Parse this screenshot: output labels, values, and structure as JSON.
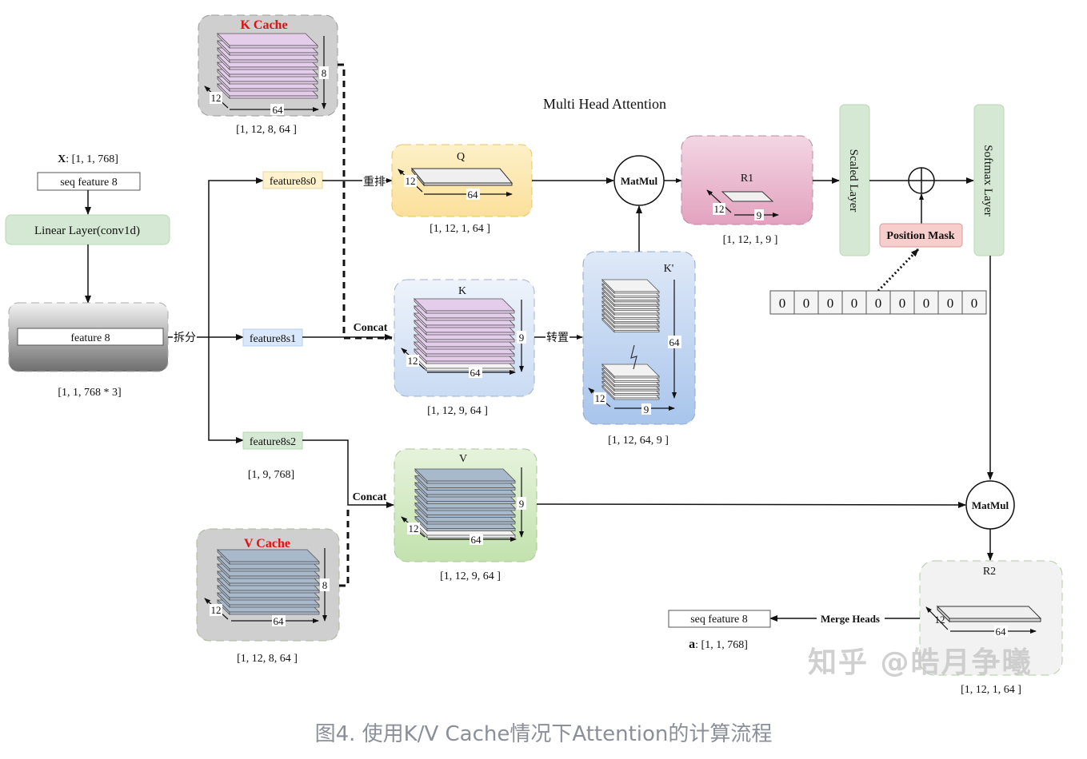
{
  "title": "Multi Head Attention",
  "caption": "图4. 使用K/V Cache情况下Attention的计算流程",
  "watermark": "知乎 @皓月争曦",
  "colors": {
    "cache_bg": "#cfcfcf",
    "q_bg": "#fde9b0",
    "k_bg": "#d6e3f7",
    "kprime_bg": "#b9d0ef",
    "v_bg": "#d5ebc7",
    "r1_bg": "#ebb5cd",
    "r2_bg": "#f2f2f2",
    "layer_green": "#d5e8d4",
    "mask_red": "#f8cecc",
    "cache_title_red": "#e01010",
    "k_slab": "#e3cdea",
    "v_slab": "#a9b9cc",
    "caption_gray": "#8a8f99"
  },
  "input": {
    "x_label": "X",
    "x_shape": ": [1, 1, 768]",
    "seq_box": "seq feature 8",
    "linear_layer": "Linear Layer(conv1d)",
    "feature_box": "feature 8",
    "feature_shape": "[1, 1, 768 * 3]",
    "split_label": "拆分"
  },
  "splits": {
    "s0": "feature8s0",
    "s1": "feature8s1",
    "s2": "feature8s2",
    "s2_shape": "[1, 9, 768]"
  },
  "k_cache": {
    "title": "K Cache",
    "dims": {
      "depth": "12",
      "width": "64",
      "height": "8"
    },
    "shape": "[1, 12, 8, 64 ]"
  },
  "v_cache": {
    "title": "V Cache",
    "dims": {
      "depth": "12",
      "width": "64",
      "height": "8"
    },
    "shape": "[1, 12, 8, 64 ]"
  },
  "q": {
    "title": "Q",
    "dims": {
      "depth": "12",
      "width": "64"
    },
    "shape": "[1, 12, 1, 64 ]",
    "rearrange_label": "重排"
  },
  "k": {
    "title": "K",
    "dims": {
      "depth": "12",
      "width": "64",
      "height": "9"
    },
    "shape": "[1, 12, 9, 64 ]",
    "concat_label": "Concat",
    "transpose_label": "转置"
  },
  "k_prime": {
    "title": "K'",
    "dims": {
      "depth": "12",
      "width": "9",
      "height": "64"
    },
    "shape": "[1, 12, 64, 9 ]"
  },
  "v": {
    "title": "V",
    "dims": {
      "depth": "12",
      "width": "64",
      "height": "9"
    },
    "shape": "[1, 12, 9, 64 ]",
    "concat_label": "Concat"
  },
  "matmul1": {
    "label": "MatMul"
  },
  "r1": {
    "title": "R1",
    "dims": {
      "depth": "12",
      "width": "9"
    },
    "shape": "[1, 12, 1, 9 ]"
  },
  "scaled_layer": "Scaled Layer",
  "softmax_layer": "Softmax Layer",
  "position_mask": {
    "label": "Position Mask",
    "values": [
      "0",
      "0",
      "0",
      "0",
      "0",
      "0",
      "0",
      "0",
      "0"
    ]
  },
  "matmul2": {
    "label": "MatMul"
  },
  "r2": {
    "title": "R2",
    "dims": {
      "depth": "12",
      "width": "64"
    },
    "shape": "[1, 12, 1, 64 ]"
  },
  "output": {
    "merge_label": "Merge Heads",
    "seq_box": "seq feature 8",
    "a_label": "a",
    "a_shape": ": [1, 1, 768]"
  }
}
